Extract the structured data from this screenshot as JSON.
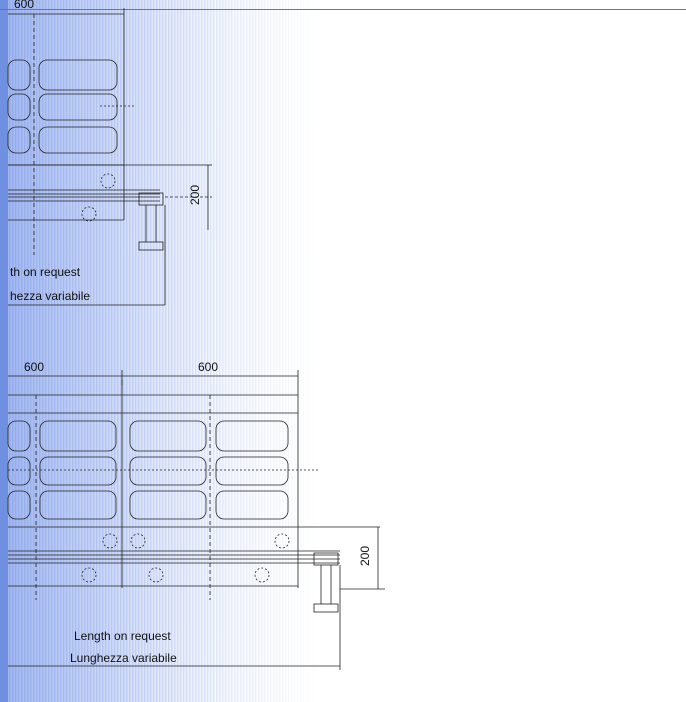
{
  "top_drawing": {
    "top_dimension": "600",
    "side_dimension": "200",
    "note_en": "th on request",
    "note_it": "hezza variabile"
  },
  "bottom_drawing": {
    "dimension_left": "600",
    "dimension_right": "600",
    "side_dimension": "200",
    "note_en": "Length on request",
    "note_it": "Lunghezza variabile"
  },
  "colors": {
    "accent_line": "#4a7fc4",
    "stripe_blue": "#8aa6e8",
    "fade_white": "#ffffff",
    "drawing_line": "#222222"
  }
}
